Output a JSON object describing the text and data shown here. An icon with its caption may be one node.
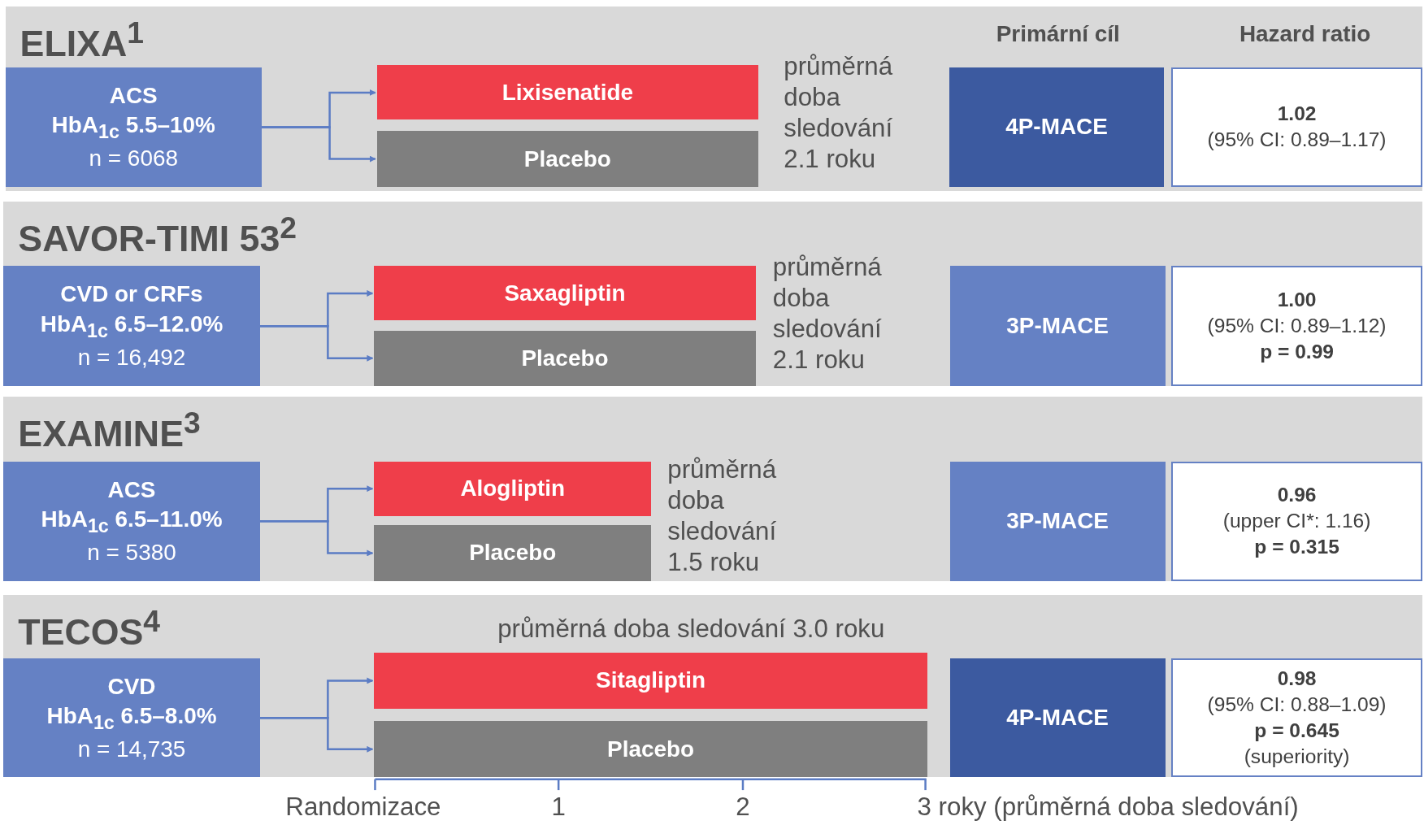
{
  "diagram": {
    "nodes": [
      {
        "text": [
          "ELIXA$^{1}$"
        ]
      },
      {
        "text": [
          "ACS",
          "HbA$_{1c}$ 5.5–10%",
          "n = 6068"
        ],
        "in": 0
      },
      {
        "text": [
          "Lixisenatide"
        ],
        "in": 0
      },
      {
        "text": [
          "Placebo"
        ],
        "in": 0
      },
      {
        "text": [
          "4P-MACE"
        ],
        "in": 0
      },
      {
        "text": [
          "1.02",
          "(95% CI: 0.89–1.17)"
        ],
        "in": 0
      },
      {
        "text": [
          "SAVOR-TIMI 53$^{2}$"
        ]
      },
      {
        "text": [
          "CVD or CRFs",
          "HbA$_{1c}$ 6.5–12.0%",
          "n = 16,492"
        ],
        "in": 6
      },
      {
        "text": [
          "Saxagliptin"
        ],
        "in": 6
      },
      {
        "text": [
          "Placebo"
        ],
        "in": 6
      },
      {
        "text": [
          "3P-MACE"
        ],
        "in": 6
      },
      {
        "text": [
          "1.00",
          "(95% CI: 0.89–1.12)",
          "p = 0.99"
        ],
        "in": 6
      },
      {
        "text": [
          "EXAMINE$^{3}$"
        ]
      },
      {
        "text": [
          "ACS",
          "HbA$_{1c}$ 6.5–11.0%",
          "n = 5380"
        ],
        "in": 12
      },
      {
        "text": [
          "Alogliptin"
        ],
        "in": 12
      },
      {
        "text": [
          "Placebo"
        ],
        "in": 12
      },
      {
        "text": [
          "3P-MACE"
        ],
        "in": 12
      },
      {
        "text": [
          "0.96",
          "(upper CI*: 1.16)",
          "p = 0.315"
        ],
        "in": 12
      },
      {
        "text": [
          "TECOS$^{4}$"
        ]
      },
      {
        "text": [
          "CVD",
          "HbA$_{1c}$ 6.5–8.0%",
          "n = 14,735"
        ],
        "in": 18
      },
      {
        "text": [
          "Sitagliptin"
        ],
        "in": 18
      },
      {
        "text": [
          "Placebo"
        ],
        "in": 18
      },
      {
        "text": [
          "4P-MACE"
        ],
        "in": 18
      },
      {
        "text": [
          "0.98",
          "(95% CI: 0.88–1.09)",
          "p = 0.645",
          "(superiority)"
        ],
        "in": 18
      }
    ],
    "edges": [
      {
        "from": 1,
        "to": 2,
        "arrow": "to"
      },
      {
        "from": 1,
        "to": 3,
        "arrow": "to"
      },
      {
        "from": 7,
        "to": 8,
        "arrow": "to"
      },
      {
        "from": 7,
        "to": 9,
        "arrow": "to"
      },
      {
        "from": 13,
        "to": 14,
        "arrow": "to"
      },
      {
        "from": 13,
        "to": 15,
        "arrow": "to"
      },
      {
        "from": 19,
        "to": 20,
        "arrow": "to"
      },
      {
        "from": 19,
        "to": 21,
        "arrow": "to"
      }
    ],
    "labels": [
      "Primární cíl",
      "Hazard ratio",
      "průměrná doba sledování 2.1 roku",
      "průměrná doba sledování 2.1 roku",
      "průměrná doba sledování 1.5 roku",
      "průměrná doba sledování 3.0 roku",
      "Randomizace",
      "1",
      "2",
      "3 roky (průměrná doba sledování)"
    ]
  }
}
